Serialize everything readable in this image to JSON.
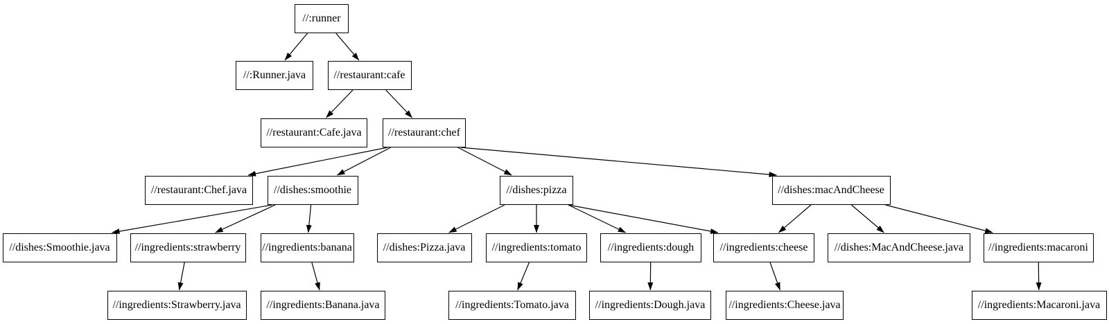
{
  "diagram": {
    "type": "dependency-graph",
    "background_color": "#ffffff",
    "node_fill_color": "#ffffff",
    "node_border_color": "#000000",
    "edge_color": "#000000",
    "nodes": [
      {
        "id": "runner",
        "label": "//:runner"
      },
      {
        "id": "runner_java",
        "label": "//:Runner.java"
      },
      {
        "id": "cafe",
        "label": "//restaurant:cafe"
      },
      {
        "id": "cafe_java",
        "label": "//restaurant:Cafe.java"
      },
      {
        "id": "chef",
        "label": "//restaurant:chef"
      },
      {
        "id": "chef_java",
        "label": "//restaurant:Chef.java"
      },
      {
        "id": "smoothie",
        "label": "//dishes:smoothie"
      },
      {
        "id": "pizza",
        "label": "//dishes:pizza"
      },
      {
        "id": "macandcheese",
        "label": "//dishes:macAndCheese"
      },
      {
        "id": "smoothie_java",
        "label": "//dishes:Smoothie.java"
      },
      {
        "id": "strawberry",
        "label": "//ingredients:strawberry"
      },
      {
        "id": "banana",
        "label": "//ingredients:banana"
      },
      {
        "id": "pizza_java",
        "label": "//dishes:Pizza.java"
      },
      {
        "id": "tomato",
        "label": "//ingredients:tomato"
      },
      {
        "id": "dough",
        "label": "//ingredients:dough"
      },
      {
        "id": "cheese",
        "label": "//ingredients:cheese"
      },
      {
        "id": "macandcheese_java",
        "label": "//dishes:MacAndCheese.java"
      },
      {
        "id": "macaroni",
        "label": "//ingredients:macaroni"
      },
      {
        "id": "strawberry_java",
        "label": "//ingredients:Strawberry.java"
      },
      {
        "id": "banana_java",
        "label": "//ingredients:Banana.java"
      },
      {
        "id": "tomato_java",
        "label": "//ingredients:Tomato.java"
      },
      {
        "id": "dough_java",
        "label": "//ingredients:Dough.java"
      },
      {
        "id": "cheese_java",
        "label": "//ingredients:Cheese.java"
      },
      {
        "id": "macaroni_java",
        "label": "//ingredients:Macaroni.java"
      }
    ],
    "edges": [
      {
        "from": "runner",
        "to": "runner_java"
      },
      {
        "from": "runner",
        "to": "cafe"
      },
      {
        "from": "cafe",
        "to": "cafe_java"
      },
      {
        "from": "cafe",
        "to": "chef"
      },
      {
        "from": "chef",
        "to": "chef_java"
      },
      {
        "from": "chef",
        "to": "smoothie"
      },
      {
        "from": "chef",
        "to": "pizza"
      },
      {
        "from": "chef",
        "to": "macandcheese"
      },
      {
        "from": "smoothie",
        "to": "smoothie_java"
      },
      {
        "from": "smoothie",
        "to": "strawberry"
      },
      {
        "from": "smoothie",
        "to": "banana"
      },
      {
        "from": "strawberry",
        "to": "strawberry_java"
      },
      {
        "from": "banana",
        "to": "banana_java"
      },
      {
        "from": "pizza",
        "to": "pizza_java"
      },
      {
        "from": "pizza",
        "to": "tomato"
      },
      {
        "from": "pizza",
        "to": "dough"
      },
      {
        "from": "pizza",
        "to": "cheese"
      },
      {
        "from": "tomato",
        "to": "tomato_java"
      },
      {
        "from": "dough",
        "to": "dough_java"
      },
      {
        "from": "cheese",
        "to": "cheese_java"
      },
      {
        "from": "macandcheese",
        "to": "cheese"
      },
      {
        "from": "macandcheese",
        "to": "macandcheese_java"
      },
      {
        "from": "macandcheese",
        "to": "macaroni"
      },
      {
        "from": "macaroni",
        "to": "macaroni_java"
      }
    ]
  }
}
